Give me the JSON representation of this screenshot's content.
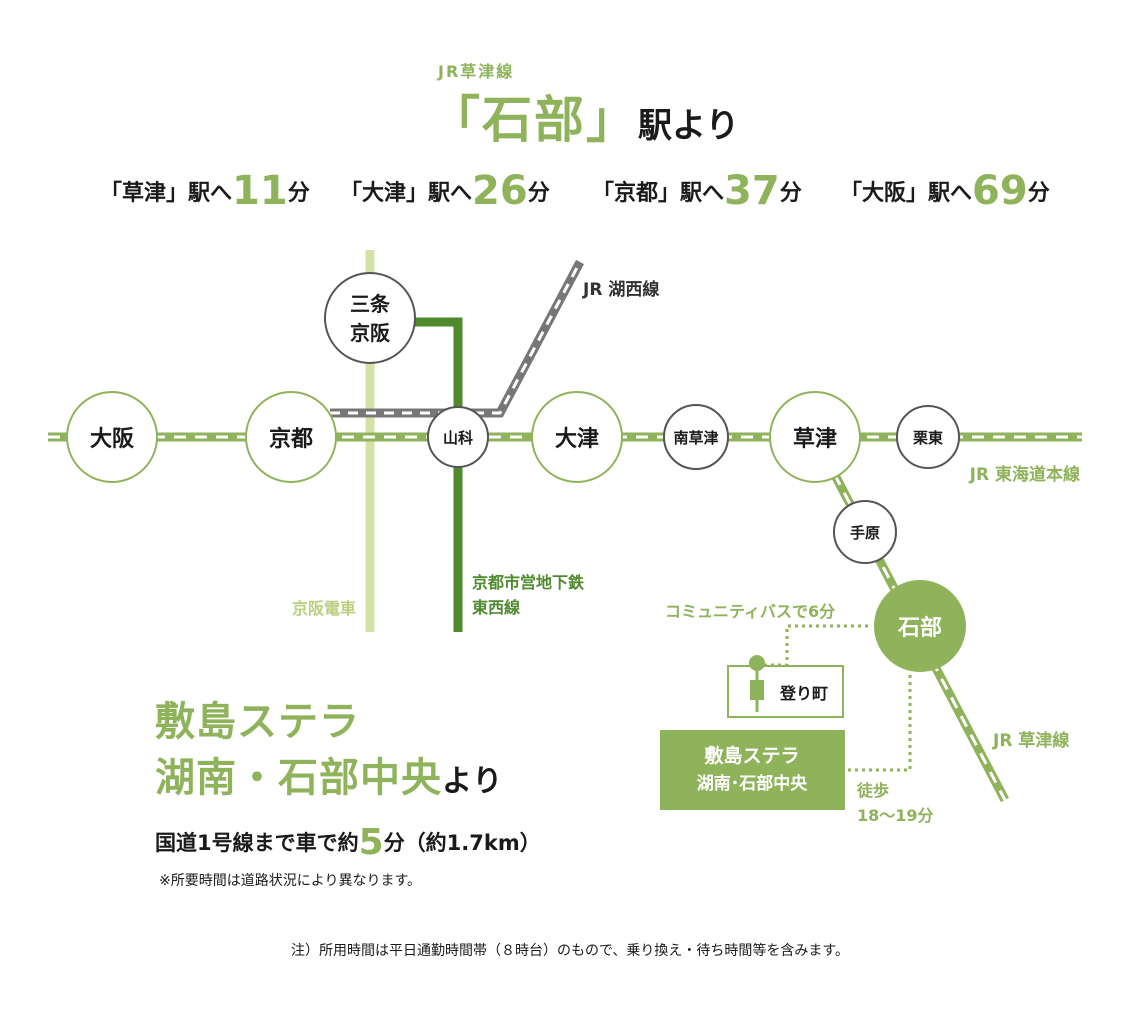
{
  "header": {
    "line_name": "JR草津線",
    "station": "「石部」",
    "suffix": "駅より"
  },
  "times": [
    {
      "label": "「草津」駅へ",
      "minutes": "11",
      "unit": "分"
    },
    {
      "label": "「大津」駅へ",
      "minutes": "26",
      "unit": "分"
    },
    {
      "label": "「京都」駅へ",
      "minutes": "37",
      "unit": "分"
    },
    {
      "label": "「大阪」駅へ",
      "minutes": "69",
      "unit": "分"
    }
  ],
  "map": {
    "stations": {
      "osaka": "大阪",
      "kyoto": "京都",
      "sanjo_1": "三条",
      "sanjo_2": "京阪",
      "yamashina": "山科",
      "otsu": "大津",
      "minamikusatsu": "南草津",
      "kusatsu": "草津",
      "ritto": "栗東",
      "tehara": "手原",
      "ishibe": "石部"
    },
    "lines": {
      "kosei": "JR 湖西線",
      "tokaido": "JR 東海道本線",
      "keihan": "京阪電車",
      "subway_1": "京都市営地下鉄",
      "subway_2": "東西線",
      "kusatsu_line": "JR 草津線"
    },
    "bus": "コミュニティバスで6分",
    "bus_stop": "登り町",
    "property_1": "敷島ステラ",
    "property_2": "湖南･石部中央",
    "walk_1": "徒歩",
    "walk_2": "18〜19分"
  },
  "stella": {
    "line1": "敷島ステラ",
    "line2": "湖南・石部中央",
    "yori": "より",
    "car_prefix": "国道1号線まで車で約",
    "car_num": "5",
    "car_suffix": "分（約1.7km）",
    "car_note": "※所要時間は道路状況により異なります。"
  },
  "footnote": "注）所用時間は平日通勤時間帯（８時台）のもので、乗り換え・待ち時間等を含みます。",
  "colors": {
    "green": "#8fb35a",
    "dark_green": "#4f8a2e",
    "light_green": "#d4e2a6",
    "gray": "#666666"
  }
}
